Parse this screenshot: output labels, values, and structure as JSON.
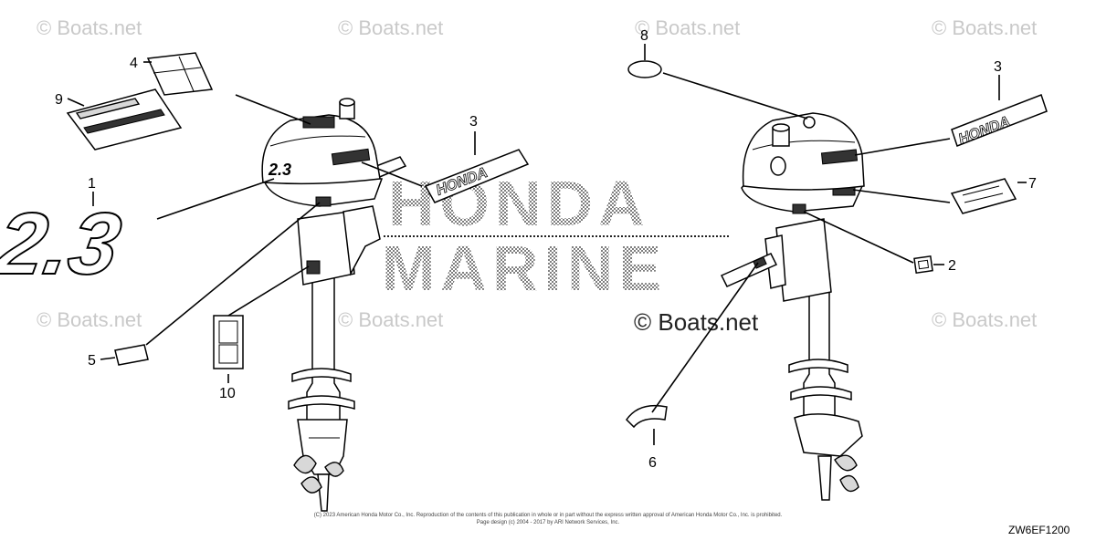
{
  "watermark": "© Boats.net",
  "center_watermark": "© Boats.net",
  "background_logo": {
    "line1": "HONDA",
    "line2": "MARINE"
  },
  "decals": {
    "honda": "HONDA",
    "model": "2.3"
  },
  "callouts": {
    "c1": "1",
    "c2": "2",
    "c3a": "3",
    "c3b": "3",
    "c4": "4",
    "c5": "5",
    "c6": "6",
    "c7": "7",
    "c8": "8",
    "c9": "9",
    "c10": "10"
  },
  "footer": {
    "line1": "(C) 2023 American Honda Motor Co., Inc. Reproduction of the contents of this publication in whole or in part without the express written approval of American Honda Motor Co., Inc. is prohibited.",
    "line2": "Page design (c) 2004 - 2017 by ARI Network Services, Inc."
  },
  "diagram_code": "ZW6EF1200"
}
